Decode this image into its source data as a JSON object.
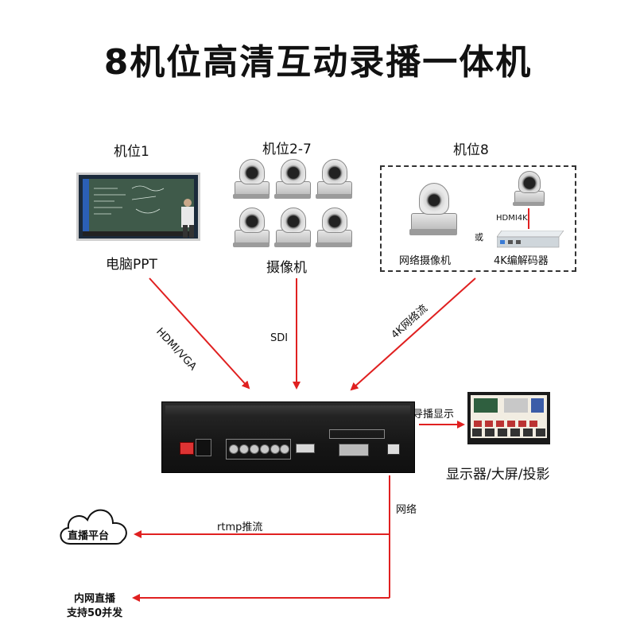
{
  "title": "8机位高清互动录播一体机",
  "sources": {
    "cam1": {
      "heading": "机位1",
      "caption": "电脑PPT"
    },
    "cam27": {
      "heading": "机位2-7",
      "caption": "摄像机"
    },
    "cam8": {
      "heading": "机位8",
      "ip_camera": "网络摄像机",
      "or": "或",
      "hdmi4k": "HDMI4K",
      "codec": "4K编解码器"
    }
  },
  "links": {
    "hdmi_vga": "HDMI/VGA",
    "sdi": "SDI",
    "net4k": "4K网络流",
    "director_display": "导播显示",
    "network": "网络",
    "rtmp": "rtmp推流"
  },
  "outputs": {
    "display": "显示器/大屏/投影",
    "live_platform": "直播平台",
    "intranet_line1": "内网直播",
    "intranet_line2": "支持50并发"
  },
  "colors": {
    "arrow": "#e02020",
    "line": "#111111"
  }
}
